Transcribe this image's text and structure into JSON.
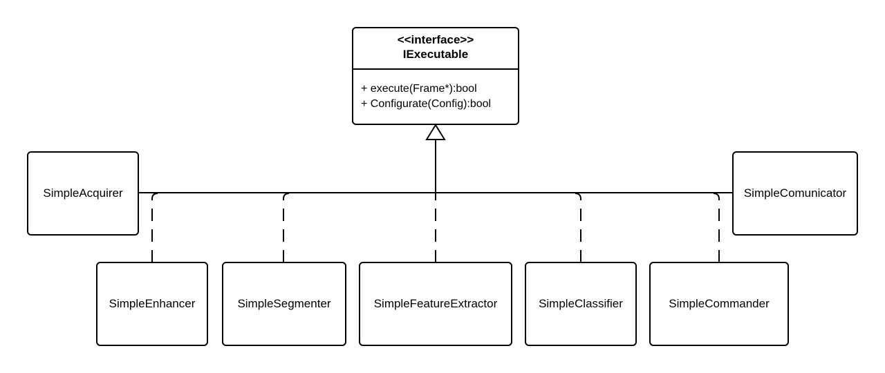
{
  "interface": {
    "stereotype": "<<interface>>",
    "name": "IExecutable",
    "methods": [
      "+ execute(Frame*):bool",
      "+ Configurate(Config):bool"
    ]
  },
  "classes": {
    "acquirer": "SimpleAcquirer",
    "comunicator": "SimpleComunicator",
    "enhancer": "SimpleEnhancer",
    "segmenter": "SimpleSegmenter",
    "feature_extractor": "SimpleFeatureExtractor",
    "classifier": "SimpleClassifier",
    "commander": "SimpleCommander"
  }
}
